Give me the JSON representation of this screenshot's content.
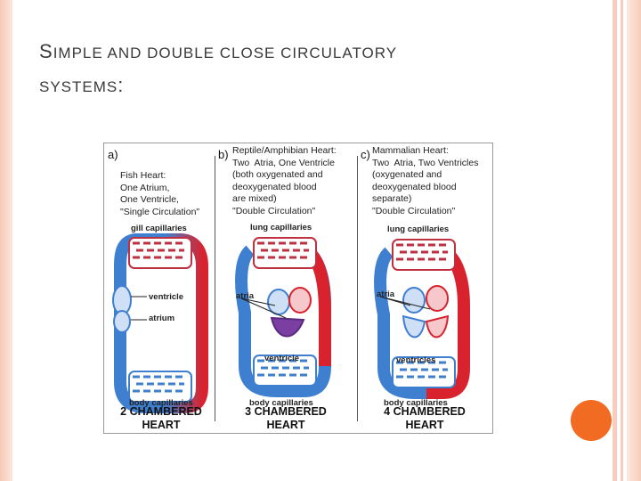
{
  "title": {
    "line1_cap": "S",
    "line1_rest": "IMPLE AND DOUBLE CLOSE CIRCULATORY",
    "line2_rest": "SYSTEMS",
    "line2_cap": ":"
  },
  "panels": [
    {
      "letter": "a)",
      "note": "Fish Heart:\nOne Atrium,\nOne Ventricle,\n\"Single Circulation\"",
      "top_label": "gill capillaries",
      "labels": [
        "ventricle",
        "atrium"
      ],
      "bottom_label": "body capillaries",
      "heart_title": "2 CHAMBERED\nHEART"
    },
    {
      "letter": "b)",
      "note": "Reptile/Amphibian Heart:\nTwo  Atria, One Ventricle\n(both oxygenated and\ndeoxygenated blood\nare mixed)\n\"Double Circulation\"",
      "top_label": "lung capillaries",
      "labels": [
        "atria",
        "ventricle"
      ],
      "bottom_label": "body capillaries",
      "heart_title": "3 CHAMBERED\nHEART"
    },
    {
      "letter": "c)",
      "note": "Mammalian Heart:\nTwo  Atria, Two Ventricles\n(oxygenated and\ndeoxygenated blood\nseparate)\n\"Double Circulation\"",
      "top_label": "lung capillaries",
      "labels": [
        "atria",
        "ventricles"
      ],
      "bottom_label": "body capillaries",
      "heart_title": "4 CHAMBERED\nHEART"
    }
  ],
  "colors": {
    "accent": "#f26b22",
    "border": "#f7cdbb",
    "oxygenated": "#d8232e",
    "deoxygenated": "#3f7fd0"
  }
}
